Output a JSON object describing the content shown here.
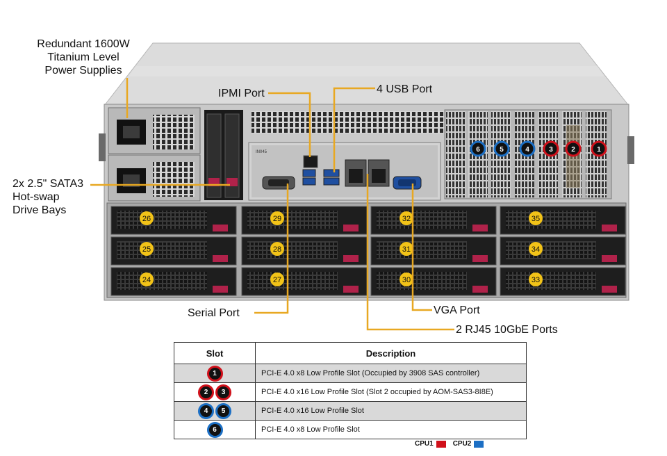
{
  "callouts": {
    "power_supplies": [
      "Redundant  1600W",
      "Titanium  Level",
      "Power Supplies"
    ],
    "ipmi_port": "IPMI Port",
    "usb_port": "4 USB Port",
    "sata_bays": [
      "2x 2.5\" SATA3",
      "Hot-swap",
      "Drive Bays"
    ],
    "serial_port": "Serial Port",
    "vga_port": "VGA Port",
    "rj45_ports": "2 RJ45  10GbE Ports"
  },
  "io_shield_label": "IN045",
  "pcie_slots": [
    {
      "label": "6",
      "cpu": "CPU2"
    },
    {
      "label": "5",
      "cpu": "CPU2"
    },
    {
      "label": "4",
      "cpu": "CPU2"
    },
    {
      "label": "3",
      "cpu": "CPU1"
    },
    {
      "label": "2",
      "cpu": "CPU1"
    },
    {
      "label": "1",
      "cpu": "CPU1"
    }
  ],
  "drive_bays": [
    [
      "26",
      "29",
      "32",
      "35"
    ],
    [
      "25",
      "28",
      "31",
      "34"
    ],
    [
      "24",
      "27",
      "30",
      "33"
    ]
  ],
  "table": {
    "header_slot": "Slot",
    "header_description": "Description",
    "rows": [
      {
        "slots": [
          "1"
        ],
        "description": "PCI-E  4.0 x8 Low Profile Slot (Occupied by 3908 SAS controller)"
      },
      {
        "slots": [
          "2",
          "3"
        ],
        "description": "PCI-E  4.0 x16 Low Profile Slot (Slot 2 occupied by AOM-SAS3-8I8E)"
      },
      {
        "slots": [
          "4",
          "5"
        ],
        "description": "PCI-E  4.0 x16 Low Profile Slot"
      },
      {
        "slots": [
          "6"
        ],
        "description": "PCI-E  4.0 x8 Low Profile Slot"
      }
    ]
  },
  "legend": {
    "cpu1": "CPU1",
    "cpu2": "CPU2"
  },
  "colors": {
    "cpu1": "#d0101a",
    "cpu2": "#1c6fc4",
    "badge_yellow": "#f2c318",
    "leader_line": "#e8a822"
  }
}
